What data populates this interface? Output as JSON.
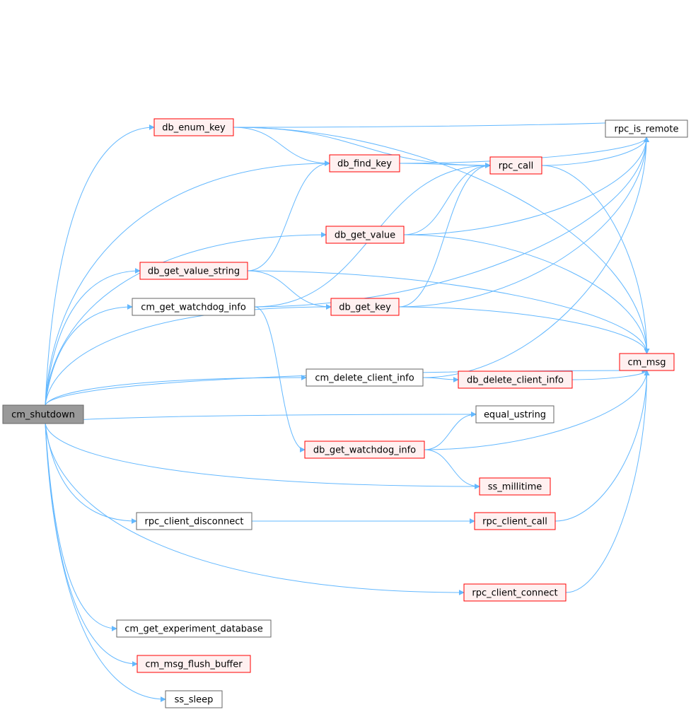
{
  "colors": {
    "edge": "#63b8ff",
    "root_fill": "#999999",
    "root_border": "#666666",
    "red_fill": "#fff0f0",
    "red_border": "#ff0000",
    "plain_fill": "#ffffff",
    "plain_border": "#666666"
  },
  "nodes": [
    {
      "id": "cm_shutdown",
      "label": "cm_shutdown",
      "style": "root"
    },
    {
      "id": "db_enum_key",
      "label": "db_enum_key",
      "style": "red"
    },
    {
      "id": "db_find_key",
      "label": "db_find_key",
      "style": "red"
    },
    {
      "id": "db_get_value",
      "label": "db_get_value",
      "style": "red"
    },
    {
      "id": "db_get_value_string",
      "label": "db_get_value_string",
      "style": "red"
    },
    {
      "id": "cm_get_watchdog_info",
      "label": "cm_get_watchdog_info",
      "style": "plain"
    },
    {
      "id": "db_get_key",
      "label": "db_get_key",
      "style": "red"
    },
    {
      "id": "cm_delete_client_info",
      "label": "cm_delete_client_info",
      "style": "plain"
    },
    {
      "id": "db_delete_client_info",
      "label": "db_delete_client_info",
      "style": "red"
    },
    {
      "id": "db_get_watchdog_info",
      "label": "db_get_watchdog_info",
      "style": "red"
    },
    {
      "id": "rpc_client_disconnect",
      "label": "rpc_client_disconnect",
      "style": "plain"
    },
    {
      "id": "rpc_client_call",
      "label": "rpc_client_call",
      "style": "red"
    },
    {
      "id": "rpc_client_connect",
      "label": "rpc_client_connect",
      "style": "red"
    },
    {
      "id": "cm_get_experiment_database",
      "label": "cm_get_experiment_database",
      "style": "plain"
    },
    {
      "id": "cm_msg_flush_buffer",
      "label": "cm_msg_flush_buffer",
      "style": "red"
    },
    {
      "id": "ss_sleep",
      "label": "ss_sleep",
      "style": "plain"
    },
    {
      "id": "rpc_call",
      "label": "rpc_call",
      "style": "red"
    },
    {
      "id": "rpc_is_remote",
      "label": "rpc_is_remote",
      "style": "plain"
    },
    {
      "id": "cm_msg",
      "label": "cm_msg",
      "style": "red"
    },
    {
      "id": "equal_ustring",
      "label": "equal_ustring",
      "style": "plain"
    },
    {
      "id": "ss_millitime",
      "label": "ss_millitime",
      "style": "red"
    }
  ],
  "edges": [
    [
      "cm_shutdown",
      "db_enum_key"
    ],
    [
      "cm_shutdown",
      "db_find_key"
    ],
    [
      "cm_shutdown",
      "db_get_value"
    ],
    [
      "cm_shutdown",
      "db_get_value_string"
    ],
    [
      "cm_shutdown",
      "cm_get_watchdog_info"
    ],
    [
      "cm_shutdown",
      "db_get_key"
    ],
    [
      "cm_shutdown",
      "cm_delete_client_info"
    ],
    [
      "cm_shutdown",
      "equal_ustring"
    ],
    [
      "cm_shutdown",
      "ss_millitime"
    ],
    [
      "cm_shutdown",
      "rpc_client_disconnect"
    ],
    [
      "cm_shutdown",
      "cm_msg"
    ],
    [
      "cm_shutdown",
      "rpc_client_connect"
    ],
    [
      "cm_shutdown",
      "cm_get_experiment_database"
    ],
    [
      "cm_shutdown",
      "cm_msg_flush_buffer"
    ],
    [
      "cm_shutdown",
      "ss_sleep"
    ],
    [
      "db_enum_key",
      "db_find_key"
    ],
    [
      "db_enum_key",
      "rpc_call"
    ],
    [
      "db_enum_key",
      "rpc_is_remote"
    ],
    [
      "db_enum_key",
      "cm_msg"
    ],
    [
      "db_find_key",
      "rpc_call"
    ],
    [
      "db_find_key",
      "rpc_is_remote"
    ],
    [
      "db_get_value",
      "rpc_call"
    ],
    [
      "db_get_value",
      "rpc_is_remote"
    ],
    [
      "db_get_value",
      "cm_msg"
    ],
    [
      "db_get_value_string",
      "db_find_key"
    ],
    [
      "db_get_value_string",
      "db_get_key"
    ],
    [
      "db_get_value_string",
      "cm_msg"
    ],
    [
      "cm_get_watchdog_info",
      "rpc_is_remote"
    ],
    [
      "cm_get_watchdog_info",
      "rpc_call"
    ],
    [
      "cm_get_watchdog_info",
      "db_get_watchdog_info"
    ],
    [
      "db_get_key",
      "rpc_call"
    ],
    [
      "db_get_key",
      "rpc_is_remote"
    ],
    [
      "db_get_key",
      "cm_msg"
    ],
    [
      "rpc_call",
      "rpc_is_remote"
    ],
    [
      "rpc_call",
      "cm_msg"
    ],
    [
      "cm_delete_client_info",
      "rpc_is_remote"
    ],
    [
      "cm_delete_client_info",
      "db_delete_client_info"
    ],
    [
      "db_delete_client_info",
      "cm_msg"
    ],
    [
      "db_get_watchdog_info",
      "equal_ustring"
    ],
    [
      "db_get_watchdog_info",
      "cm_msg"
    ],
    [
      "db_get_watchdog_info",
      "ss_millitime"
    ],
    [
      "rpc_client_disconnect",
      "rpc_client_call"
    ],
    [
      "rpc_client_call",
      "cm_msg"
    ],
    [
      "rpc_client_connect",
      "cm_msg"
    ]
  ]
}
